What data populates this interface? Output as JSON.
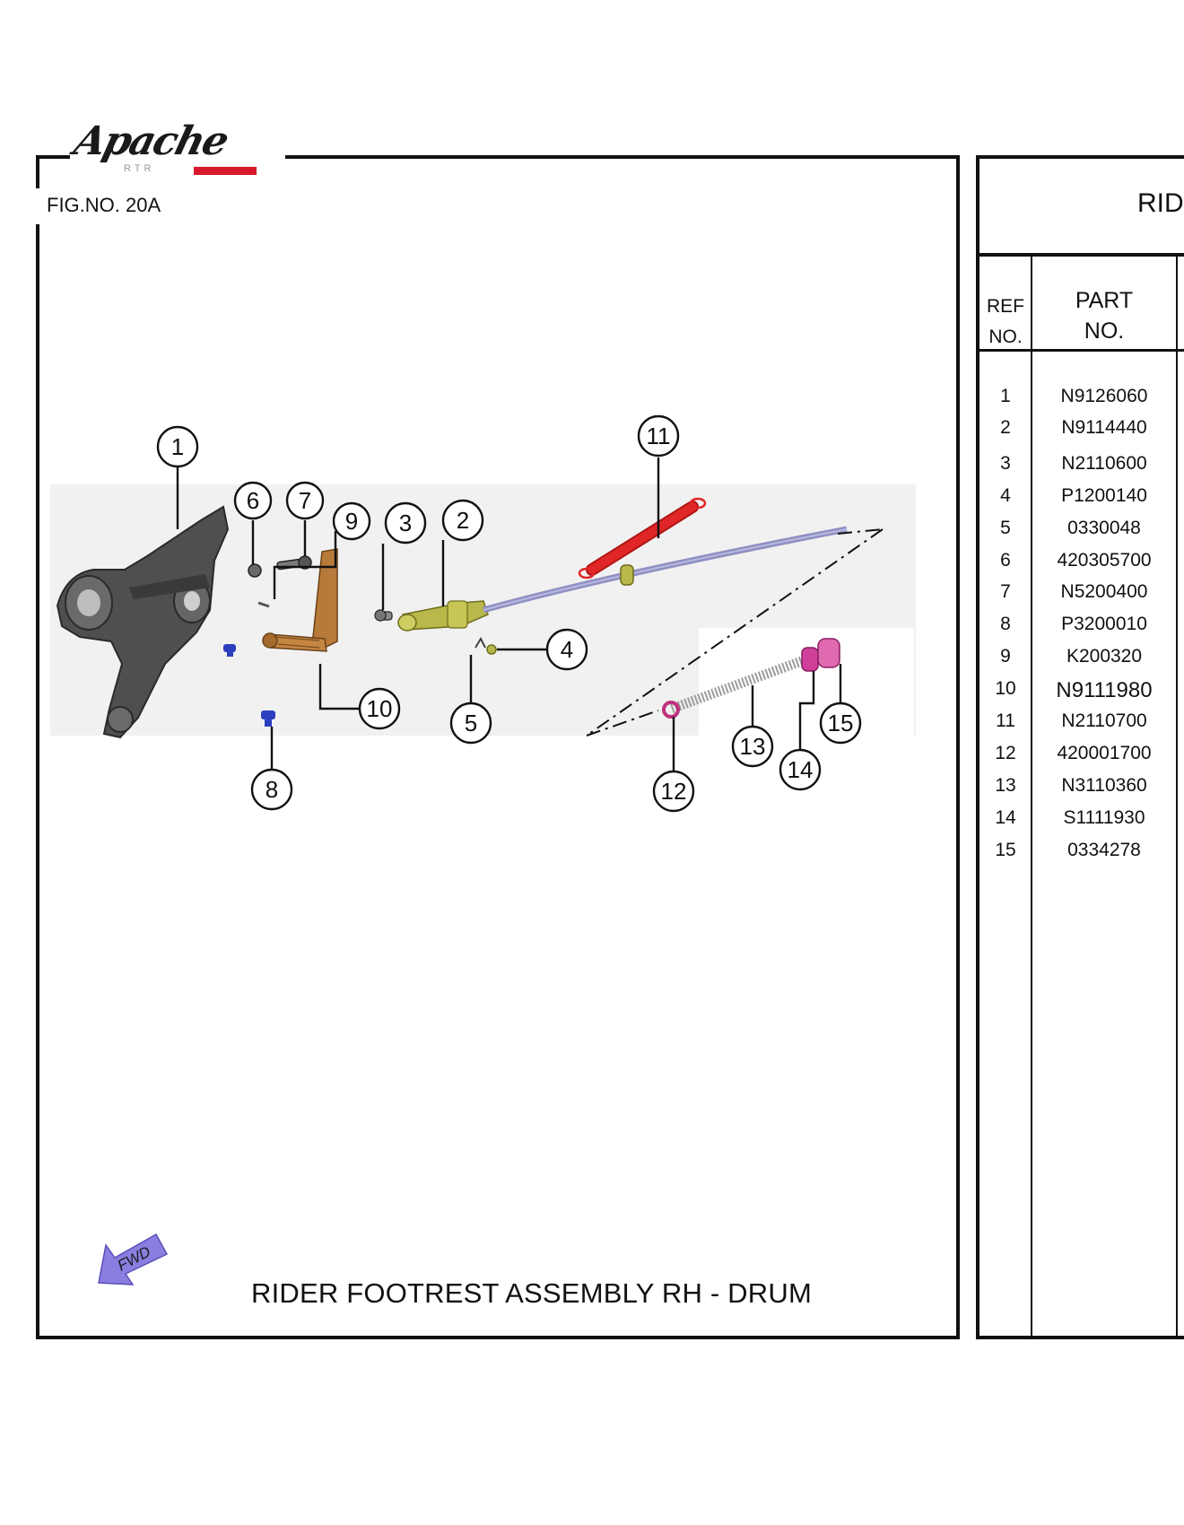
{
  "header": {
    "logo_text": "Apache",
    "logo_sub": "RTR",
    "figure_number": "FIG.NO. 20A",
    "table_title": "RID"
  },
  "caption": "RIDER FOOTREST ASSEMBLY RH - DRUM",
  "fwd_label": "FWD",
  "table": {
    "col_ref": "REF NO.",
    "col_part": "PART NO.",
    "col_ref_top": "REF",
    "col_ref_bottom": "NO.",
    "col_part_top": "PART",
    "col_part_bottom": "NO.",
    "rows": [
      {
        "ref": "1",
        "part": "N9126060"
      },
      {
        "ref": "2",
        "part": "N9114440"
      },
      {
        "ref": "3",
        "part": "N2110600"
      },
      {
        "ref": "4",
        "part": "P1200140"
      },
      {
        "ref": "5",
        "part": "0330048"
      },
      {
        "ref": "6",
        "part": "420305700"
      },
      {
        "ref": "7",
        "part": "N5200400"
      },
      {
        "ref": "8",
        "part": "P3200010"
      },
      {
        "ref": "9",
        "part": "K200320"
      },
      {
        "ref": "10",
        "part": "N9111980"
      },
      {
        "ref": "11",
        "part": "N2110700"
      },
      {
        "ref": "12",
        "part": "420001700"
      },
      {
        "ref": "13",
        "part": "N3110360"
      },
      {
        "ref": "14",
        "part": "S1111930"
      },
      {
        "ref": "15",
        "part": "0334278"
      }
    ]
  },
  "callouts": [
    "1",
    "2",
    "3",
    "4",
    "5",
    "6",
    "7",
    "8",
    "9",
    "10",
    "11",
    "12",
    "13",
    "14",
    "15"
  ],
  "colors": {
    "bracket": "#4a4a4a",
    "rod": "#8f8fc2",
    "arm": "#b9b84a",
    "lever": "#b87a3a",
    "spring_red": "#e02626",
    "bolt_blue": "#2b3fbf",
    "washer_pink": "#d0409a",
    "fwd_arrow": "#8a7fe0"
  }
}
